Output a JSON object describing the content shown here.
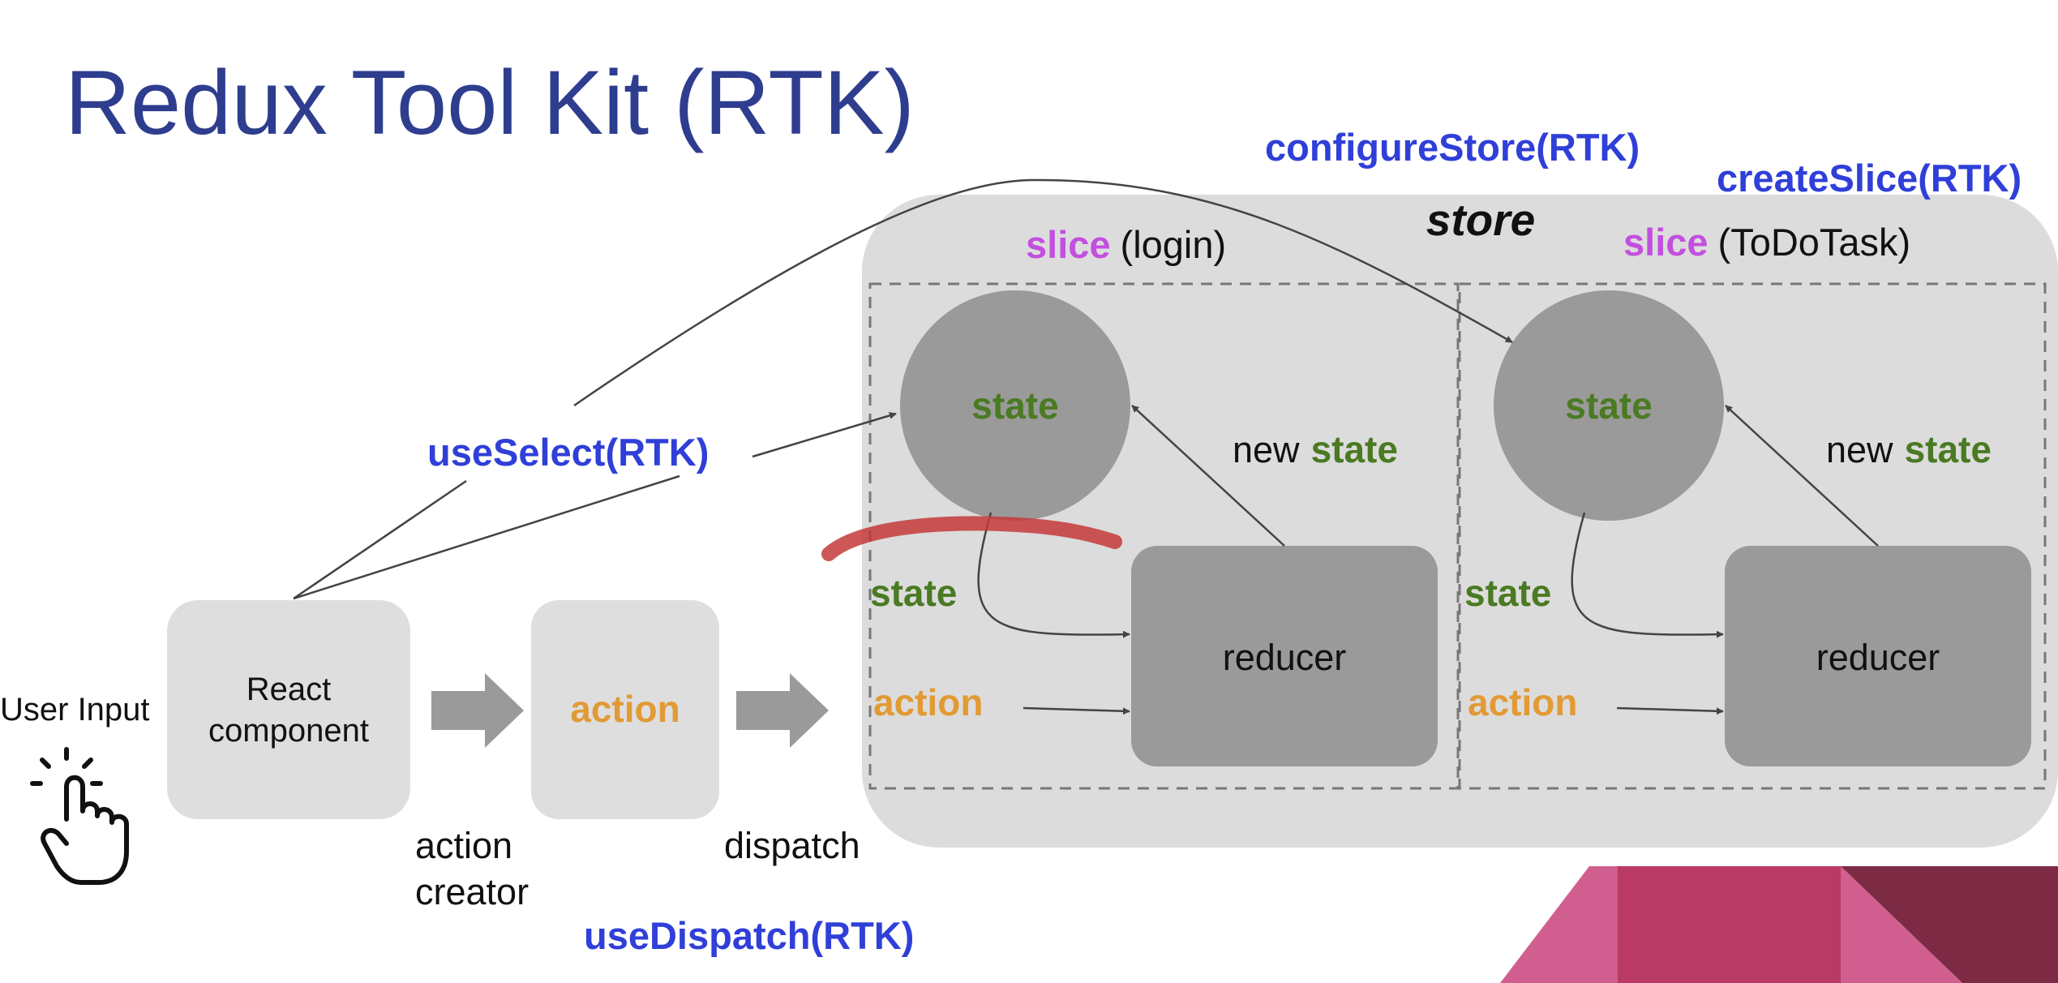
{
  "title": "Redux Tool Kit (RTK)",
  "rtk_labels": {
    "configure_store": "configureStore(RTK)",
    "create_slice": "createSlice(RTK)",
    "use_select": "useSelect(RTK)",
    "use_dispatch": "useDispatch(RTK)"
  },
  "store_label": "store",
  "slices": [
    {
      "keyword": "slice",
      "name": "(login)",
      "state": "state",
      "reducer": "reducer",
      "new_prefix": "new",
      "new_state": "state",
      "input_state": "state",
      "input_action": "action"
    },
    {
      "keyword": "slice",
      "name": "(ToDoTask)",
      "state": "state",
      "reducer": "reducer",
      "new_prefix": "new",
      "new_state": "state",
      "input_state": "state",
      "input_action": "action"
    }
  ],
  "flow": {
    "user_input": "User Input",
    "react_component": [
      "React",
      "component"
    ],
    "action": "action",
    "action_creator": [
      "action",
      "creator"
    ],
    "dispatch": "dispatch"
  },
  "icons": {
    "user_input": "hand-tap-icon"
  },
  "colors": {
    "title": "#2f3d8f",
    "rtk": "#2f3fd8",
    "slice": "#c24fe0",
    "state_text": "#4a7a22",
    "action_text": "#e29a35",
    "store_bg": "#dcdcdc",
    "node_gray": "#9a9a9a",
    "box_light": "#dedede"
  }
}
